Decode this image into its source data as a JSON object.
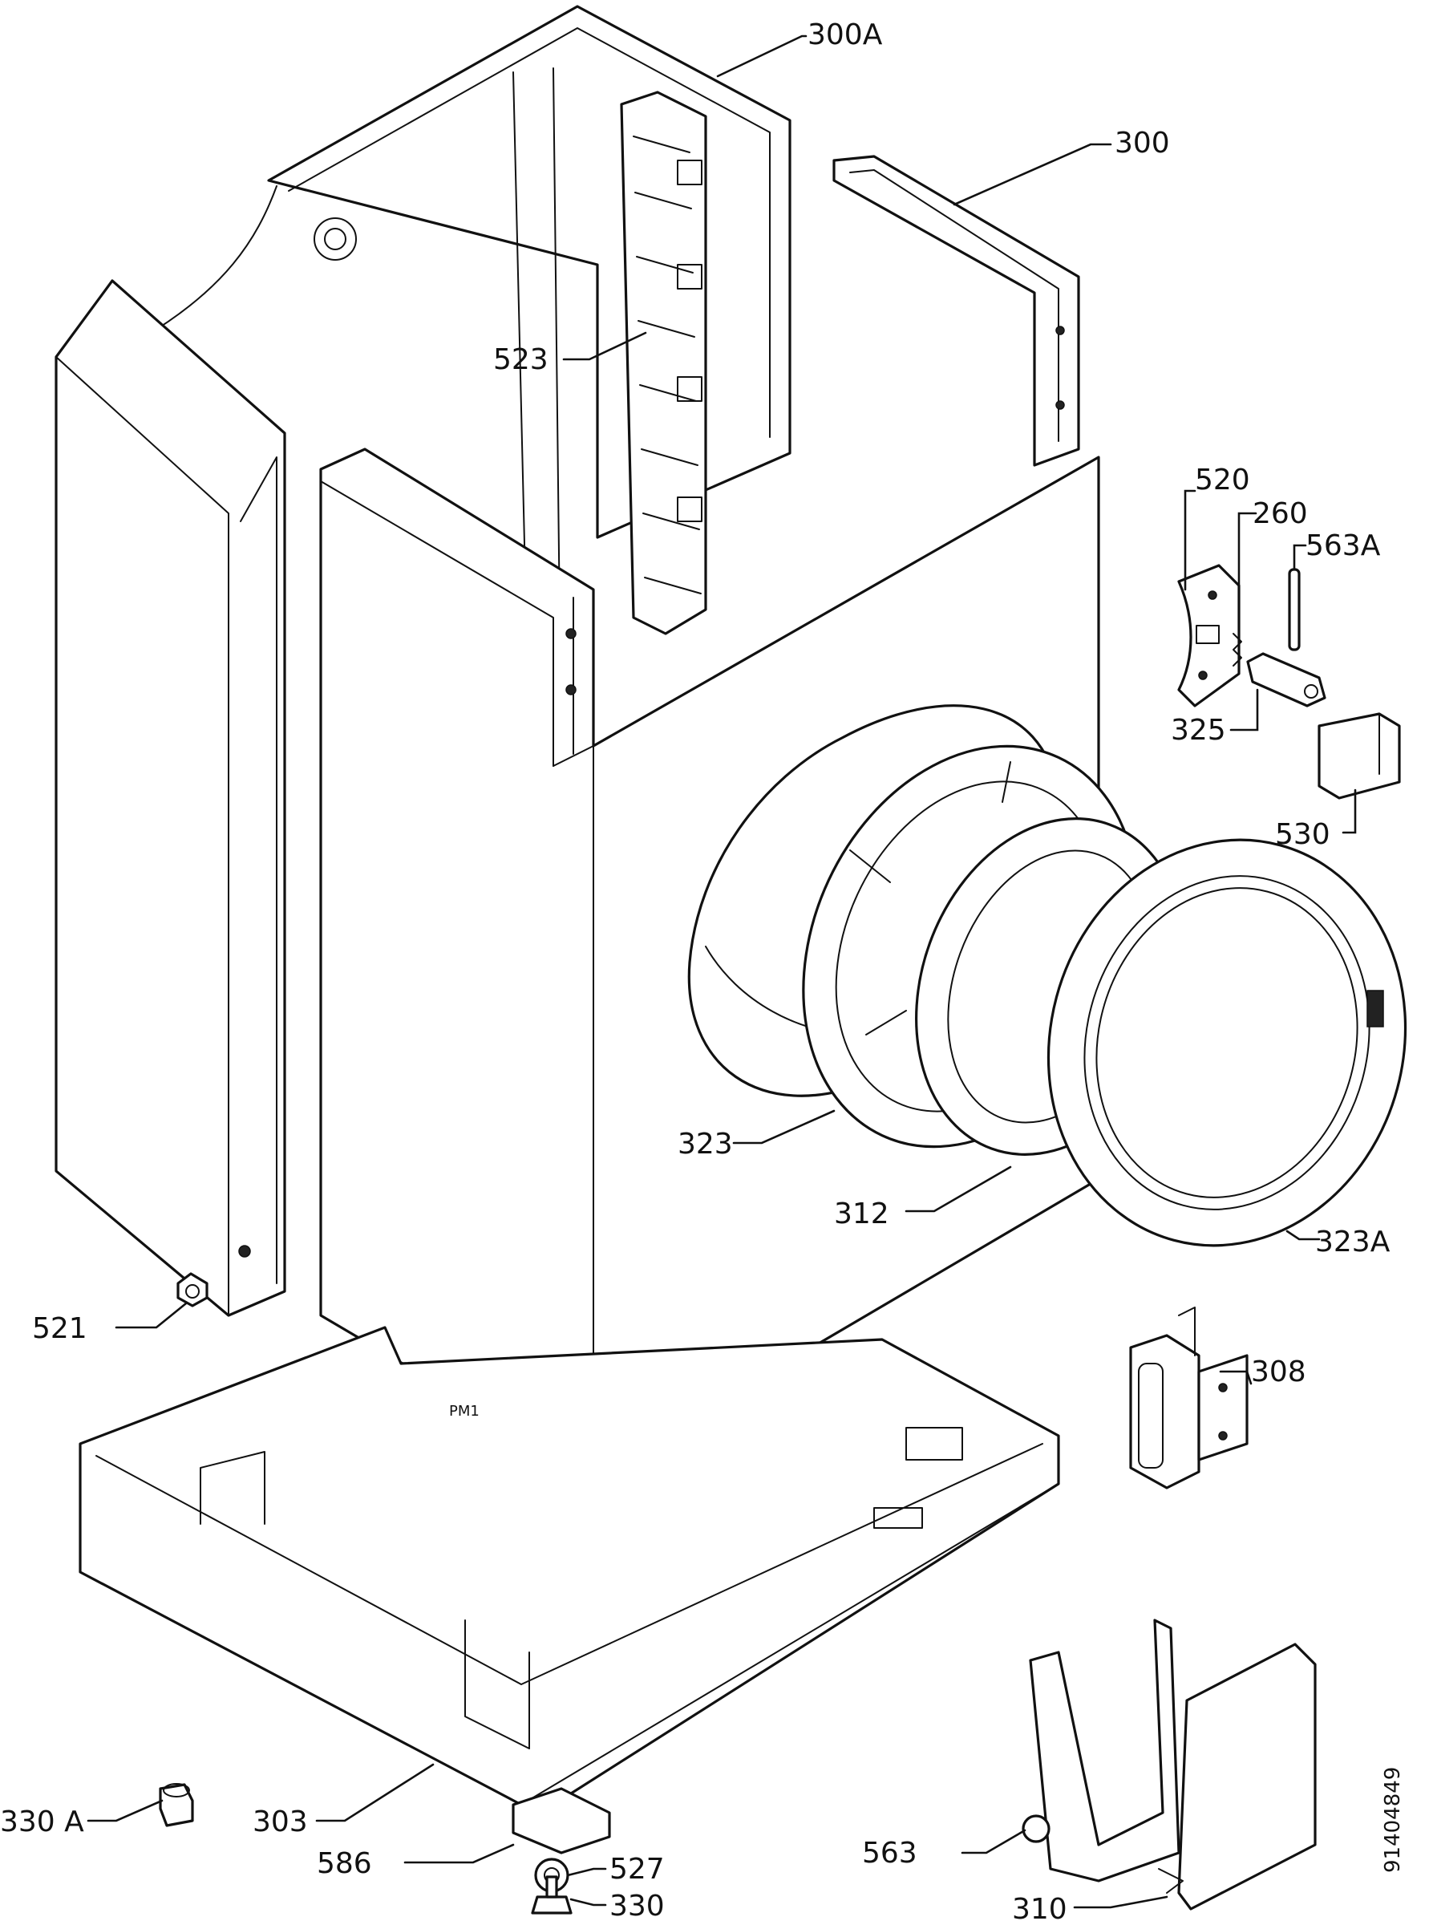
{
  "diagram": {
    "document_number": "91404849",
    "cabinet_marking": "PM1",
    "callouts": [
      {
        "id": "300A",
        "text": "300A"
      },
      {
        "id": "300",
        "text": "300"
      },
      {
        "id": "523",
        "text": "523"
      },
      {
        "id": "520",
        "text": "520"
      },
      {
        "id": "260",
        "text": "260"
      },
      {
        "id": "563A",
        "text": "563A"
      },
      {
        "id": "325",
        "text": "325"
      },
      {
        "id": "530",
        "text": "530"
      },
      {
        "id": "323",
        "text": "323"
      },
      {
        "id": "312",
        "text": "312"
      },
      {
        "id": "323A",
        "text": "323A"
      },
      {
        "id": "521",
        "text": "521"
      },
      {
        "id": "308",
        "text": "308"
      },
      {
        "id": "330A",
        "text": "330 A"
      },
      {
        "id": "303",
        "text": "303"
      },
      {
        "id": "586",
        "text": "586"
      },
      {
        "id": "527",
        "text": "527"
      },
      {
        "id": "330",
        "text": "330"
      },
      {
        "id": "563",
        "text": "563"
      },
      {
        "id": "310",
        "text": "310"
      }
    ]
  }
}
